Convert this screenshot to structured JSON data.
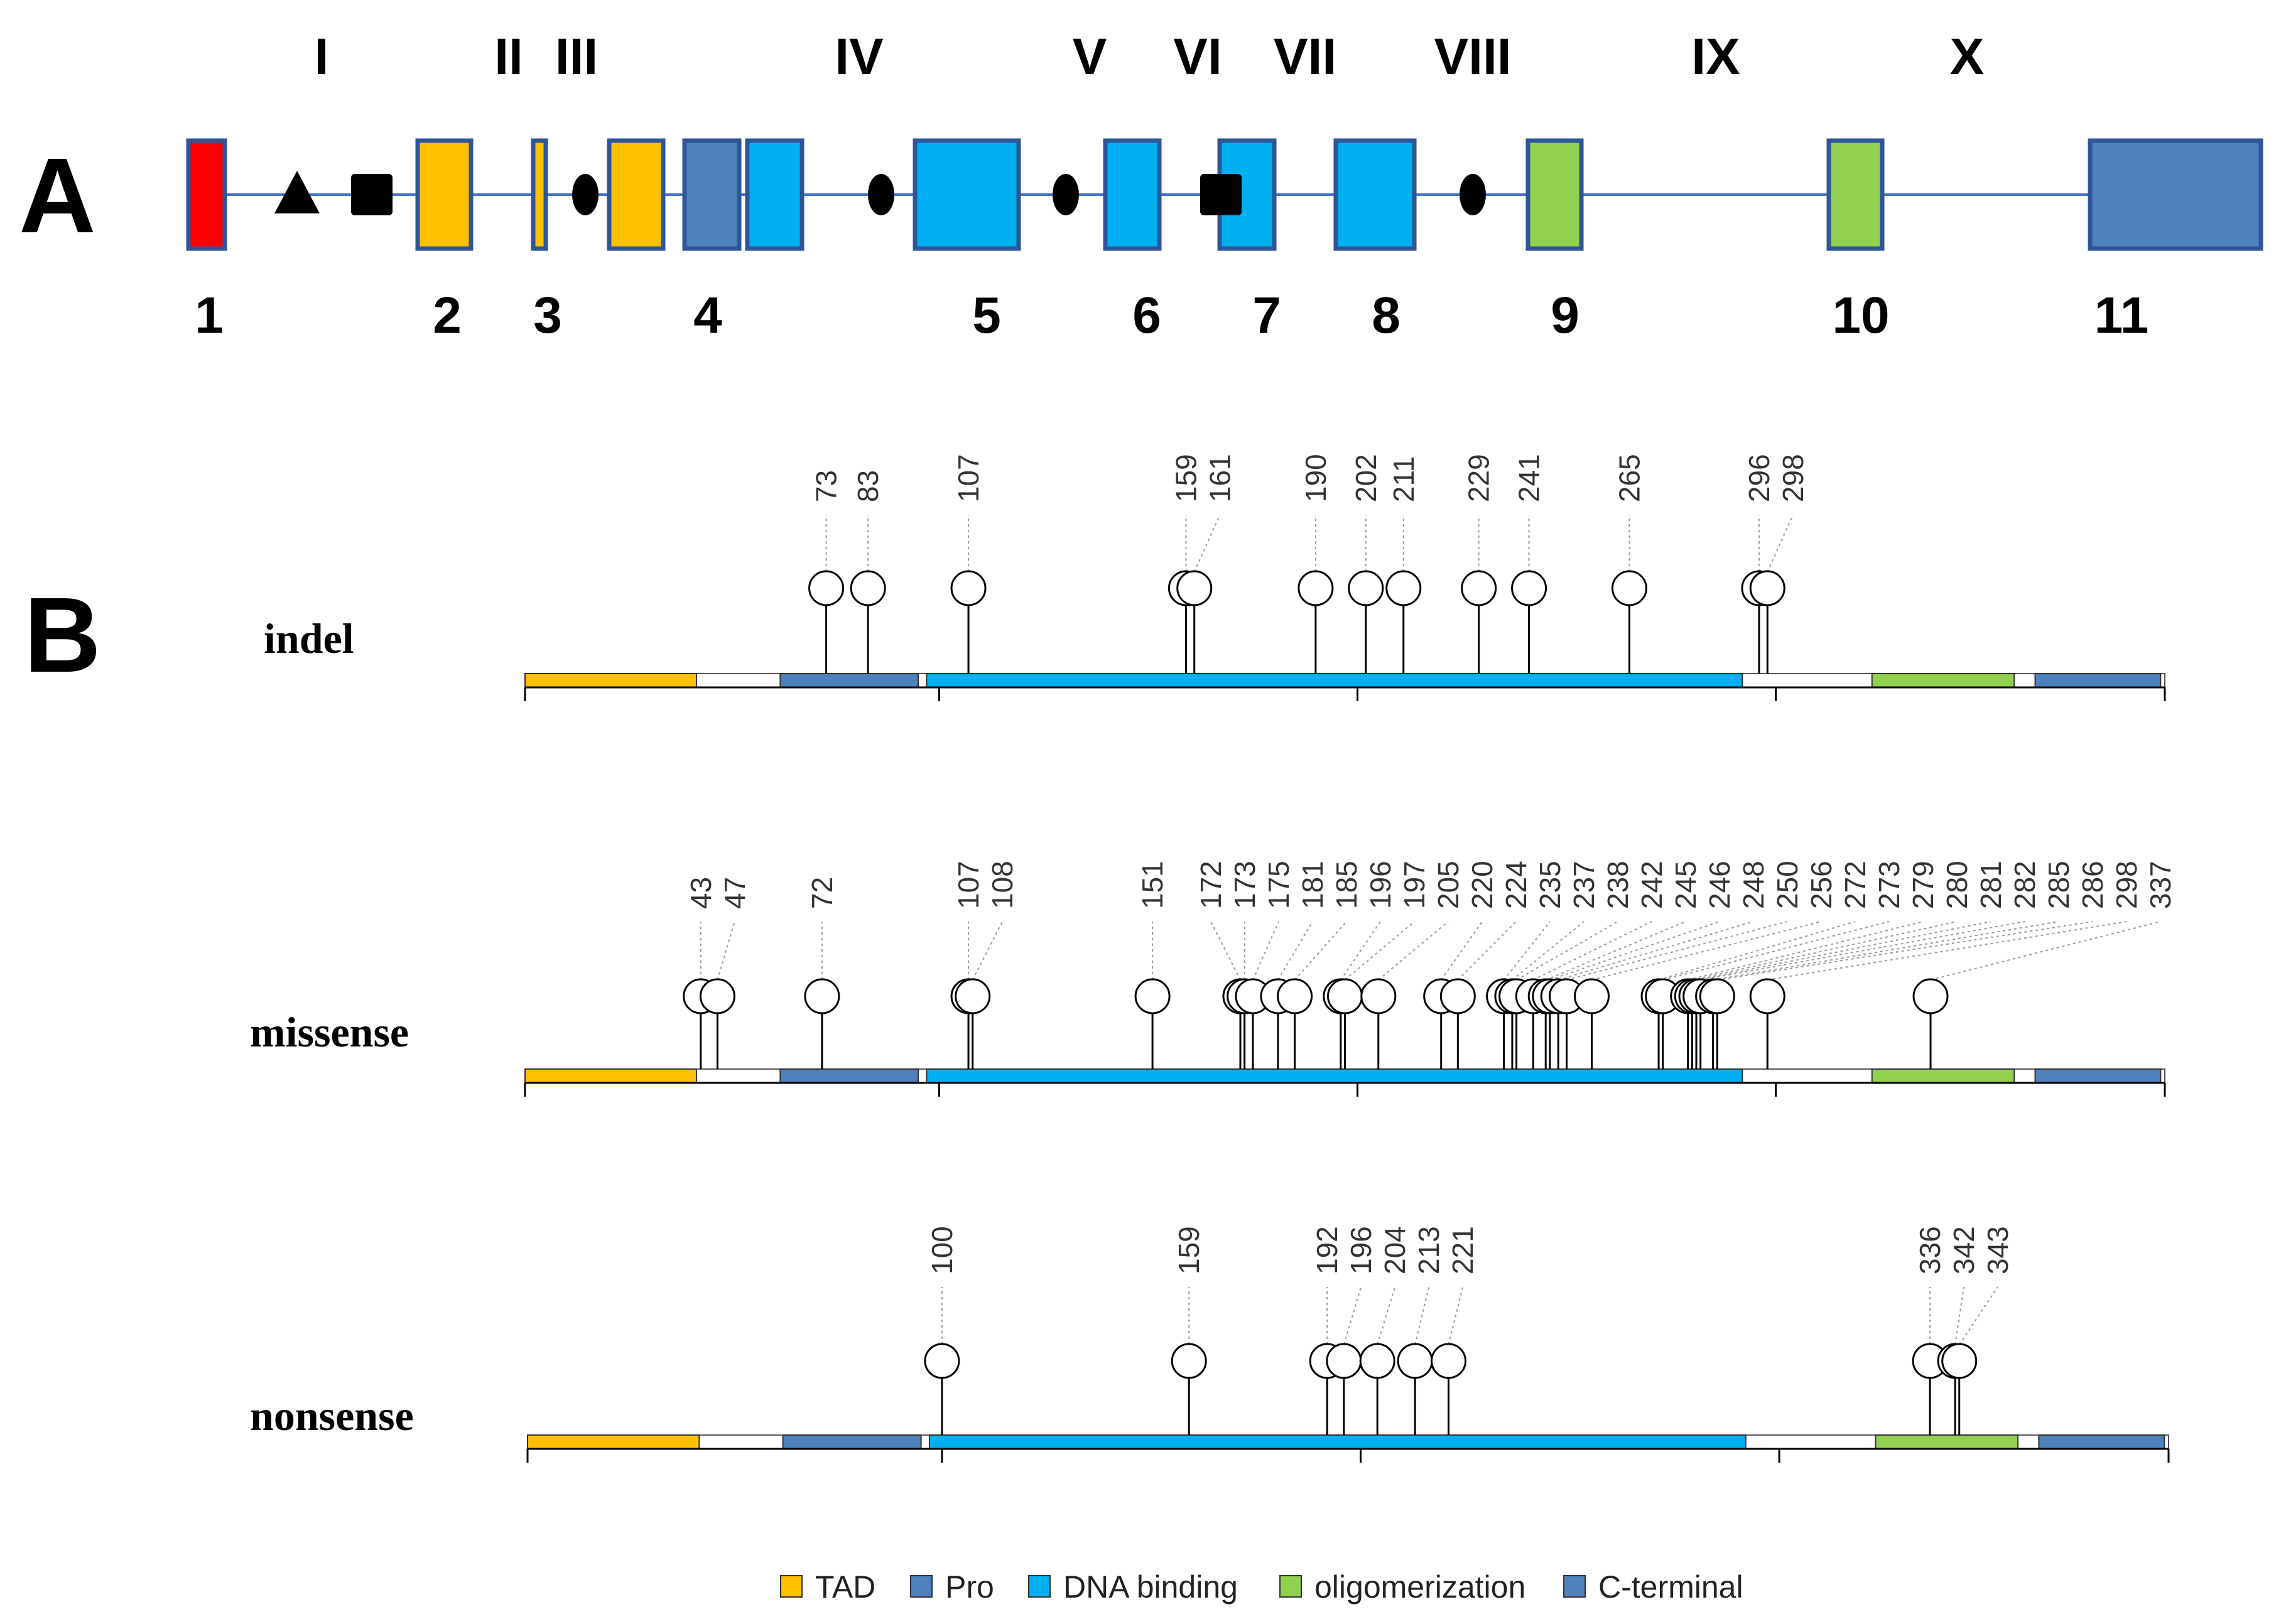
{
  "panel_a": {
    "letter": "A",
    "introns": [
      "I",
      "II",
      "III",
      "IV",
      "V",
      "VI",
      "VII",
      "VIII",
      "IX",
      "X"
    ],
    "exons": [
      {
        "label": "1",
        "domain": "untranslated"
      },
      {
        "label": "2",
        "domain": "tad"
      },
      {
        "label": "3",
        "domain": "tad"
      },
      {
        "label": "",
        "domain": "tad"
      },
      {
        "label": "4",
        "domain": "pro"
      },
      {
        "label": "",
        "domain": "dna"
      },
      {
        "label": "5",
        "domain": "dna"
      },
      {
        "label": "6",
        "domain": "dna"
      },
      {
        "label": "7",
        "domain": "dna"
      },
      {
        "label": "8",
        "domain": "dna"
      },
      {
        "label": "9",
        "domain": "olig"
      },
      {
        "label": "10",
        "domain": "olig"
      },
      {
        "label": "11",
        "domain": "cterm"
      }
    ],
    "markers": [
      {
        "shape": "triangle"
      },
      {
        "shape": "square"
      },
      {
        "shape": "oval"
      },
      {
        "shape": "oval"
      },
      {
        "shape": "oval"
      },
      {
        "shape": "square"
      },
      {
        "shape": "oval"
      }
    ]
  },
  "panel_b": {
    "letter": "B",
    "protein_length": 393,
    "domains": [
      {
        "key": "tad",
        "start": 1,
        "end": 42
      },
      {
        "key": "pro",
        "start": 62,
        "end": 95
      },
      {
        "key": "dna",
        "start": 97,
        "end": 292
      },
      {
        "key": "olig",
        "start": 323,
        "end": 357
      },
      {
        "key": "cterm",
        "start": 362,
        "end": 392
      }
    ],
    "axis_ticks": [
      1,
      100,
      200,
      300,
      393
    ],
    "tracks": [
      {
        "label": "indel",
        "positions": [
          73,
          83,
          107,
          159,
          161,
          190,
          202,
          211,
          229,
          241,
          265,
          296,
          298
        ]
      },
      {
        "label": "missense",
        "positions": [
          43,
          47,
          72,
          107,
          108,
          151,
          172,
          173,
          175,
          181,
          185,
          196,
          197,
          205,
          220,
          224,
          235,
          237,
          238,
          242,
          245,
          246,
          248,
          250,
          256,
          272,
          273,
          279,
          280,
          281,
          282,
          285,
          286,
          298,
          337
        ]
      },
      {
        "label": "nonsense",
        "positions": [
          100,
          159,
          192,
          196,
          204,
          213,
          221,
          336,
          342,
          343
        ]
      }
    ]
  },
  "legend": [
    {
      "key": "tad",
      "label": "TAD"
    },
    {
      "key": "pro",
      "label": "Pro"
    },
    {
      "key": "dna",
      "label": "DNA binding"
    },
    {
      "key": "olig",
      "label": "oligomerization"
    },
    {
      "key": "cterm",
      "label": "C-terminal"
    }
  ],
  "colors": {
    "untranslated": "#ff0000",
    "tad": "#ffc000",
    "pro": "#4f81bd",
    "dna": "#00b0f0",
    "olig": "#92d050",
    "cterm": "#4f81bd",
    "exon_border": "#2f5597",
    "intron_line": "#4472c4"
  }
}
